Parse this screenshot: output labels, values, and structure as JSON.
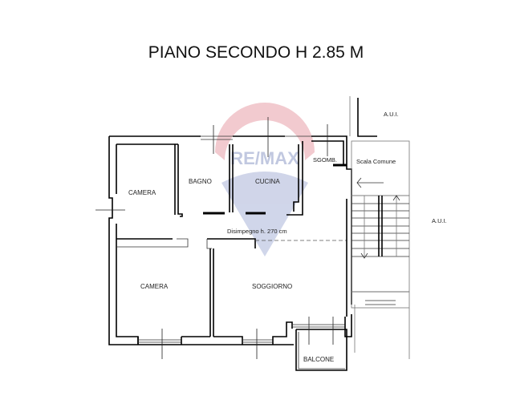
{
  "title": "PIANO SECONDO  H 2.85 M",
  "watermark": {
    "text": "RE/MAX",
    "colors": {
      "top": "#e8a0a8",
      "bottom": "#aab4d8",
      "text": "#9aa8cc"
    }
  },
  "rooms": {
    "camera_top": "CAMERA",
    "bagno": "BAGNO",
    "cucina": "CUCINA",
    "sgombero": "SGOMB.",
    "scala": "Scala Comune",
    "disimpegno": "Disimpegno h. 270 cm",
    "camera_bottom": "CAMERA",
    "soggiorno": "SOGGIORNO",
    "balcone": "BALCONE",
    "aui_top": "A.U.I.",
    "aui_right": "A.U.I."
  }
}
